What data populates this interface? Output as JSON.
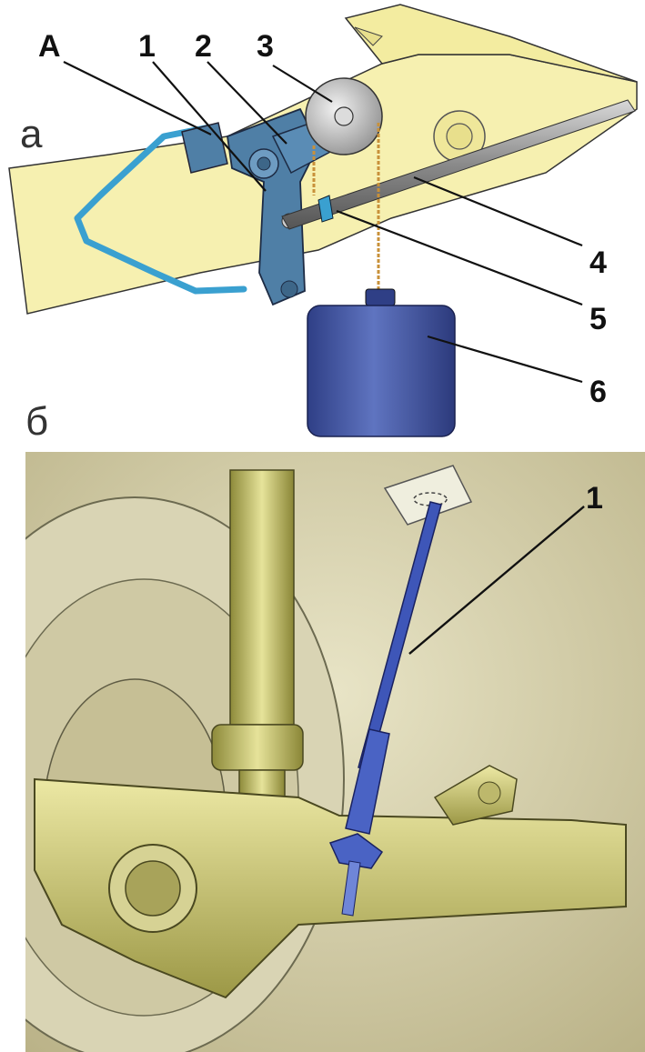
{
  "panel_a": {
    "label": "а",
    "callouts": {
      "A": "A",
      "c1": "1",
      "c2": "2",
      "c3": "3",
      "c4": "4",
      "c5": "5",
      "c6": "6"
    }
  },
  "panel_b": {
    "label": "б",
    "callouts": {
      "c1": "1"
    }
  },
  "colors": {
    "body_yellow": "#f6f0b0",
    "part_blue": "#4f7fa6",
    "bracket_cyan": "#3aa0d0",
    "weight_blue": "#4b5ea8",
    "rod_grey": "#9a9a9a",
    "photo_olive": "#c9c56a",
    "regulator_blue": "#3e56b8"
  }
}
